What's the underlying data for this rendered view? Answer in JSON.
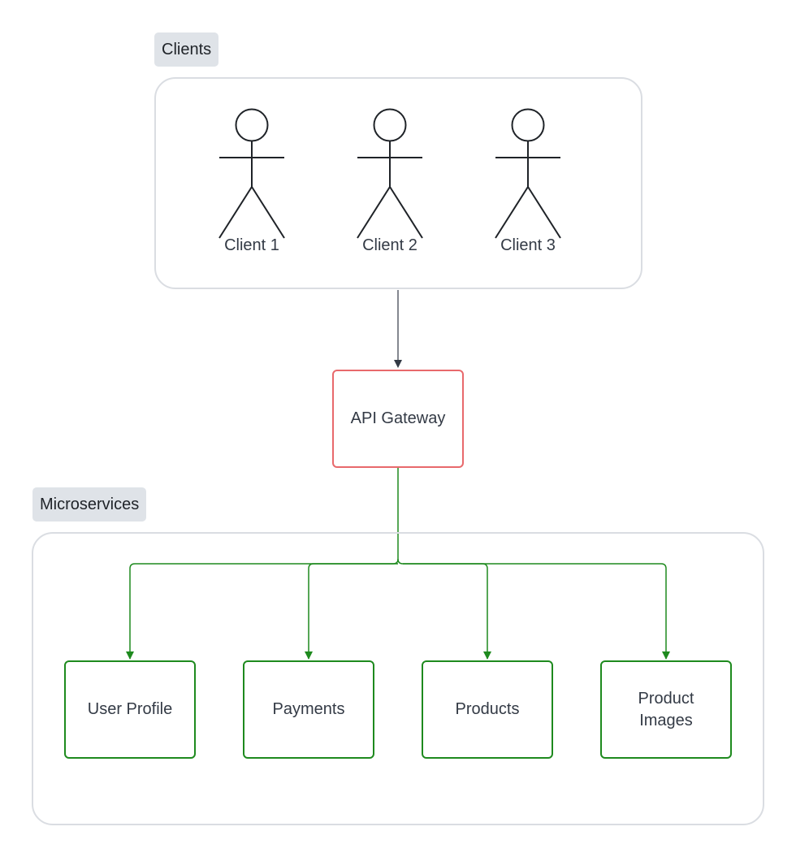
{
  "groups": {
    "clients": {
      "label": "Clients"
    },
    "microservices": {
      "label": "Microservices"
    }
  },
  "clients": [
    {
      "label": "Client 1",
      "icon": "stick-figure-icon"
    },
    {
      "label": "Client 2",
      "icon": "stick-figure-icon"
    },
    {
      "label": "Client 3",
      "icon": "stick-figure-icon"
    }
  ],
  "gateway": {
    "label": "API Gateway",
    "border_color": "#e8696c"
  },
  "services": [
    {
      "label": "User Profile"
    },
    {
      "label": "Payments"
    },
    {
      "label": "Products"
    },
    {
      "label": "Product Images"
    }
  ],
  "colors": {
    "service_border": "#1e8a1e",
    "service_edge": "#1e8a1e",
    "client_edge": "#333a45",
    "group_border": "#dadde2",
    "tag_background": "#dfe3e8"
  }
}
